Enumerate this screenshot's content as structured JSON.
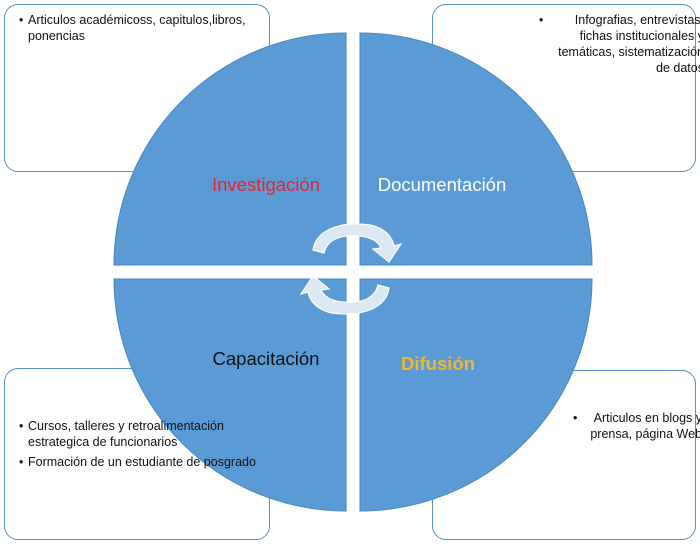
{
  "quadrants": {
    "investigacion": {
      "label": "Investigación",
      "color": "#e8232b"
    },
    "documentacion": {
      "label": "Documentación",
      "color": "#ffffff"
    },
    "capacitacion": {
      "label": "Capacitación",
      "color": "#111111"
    },
    "difusion": {
      "label": "Difusión",
      "color": "#f2b530"
    }
  },
  "boxes": {
    "top_left": {
      "items": [
        "Articulos académicoss, capitulos,libros, ponencias"
      ]
    },
    "top_right": {
      "items": [
        "Infografias, entrevistas, fichas institucionales y temáticas, sistematización de datos"
      ]
    },
    "bottom_left": {
      "items": [
        "Cursos, talleres y retroalimentación estrategica de funcionarios",
        "Formación de un estudiante de posgrado"
      ]
    },
    "bottom_right": {
      "items": [
        "Articulos en blogs y prensa, página Web"
      ]
    }
  },
  "colors": {
    "circle_fill": "#5b9bd5",
    "circle_edge": "#4a86c0",
    "box_border": "#5b8fcf",
    "arrow_fill": "#dde8f5"
  },
  "icons": {
    "cycle": "circular-arrows-icon"
  }
}
